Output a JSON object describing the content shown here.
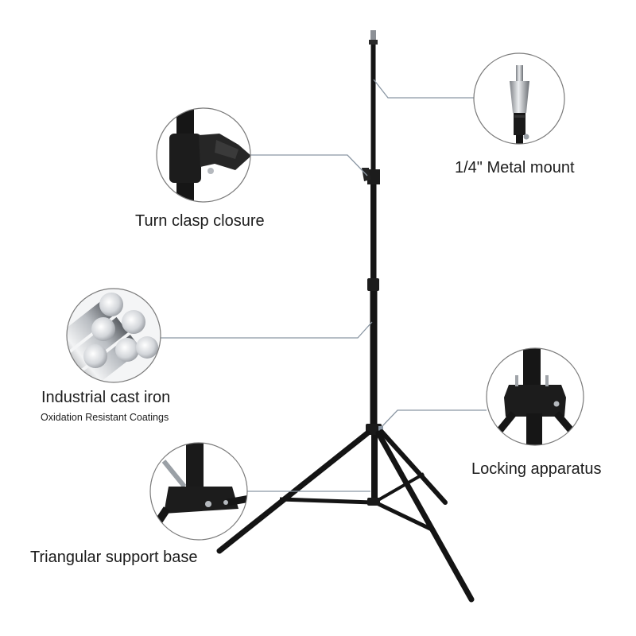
{
  "callouts": {
    "mount": {
      "title": "1/4\"  Metal mount",
      "icon": "metal-mount-icon"
    },
    "clasp": {
      "title": "Turn clasp closure",
      "icon": "turn-clasp-icon"
    },
    "iron": {
      "title": "Industrial cast iron",
      "subtitle": "Oxidation Resistant Coatings",
      "icon": "cast-iron-rods-icon"
    },
    "locking": {
      "title": "Locking apparatus",
      "icon": "locking-apparatus-icon"
    },
    "base": {
      "title": "Triangular support base",
      "icon": "tripod-base-icon"
    }
  },
  "colors": {
    "stand": "#141414",
    "leader_line": "#8a96a3",
    "circle_border": "#7a7a7a",
    "background": "#ffffff"
  }
}
